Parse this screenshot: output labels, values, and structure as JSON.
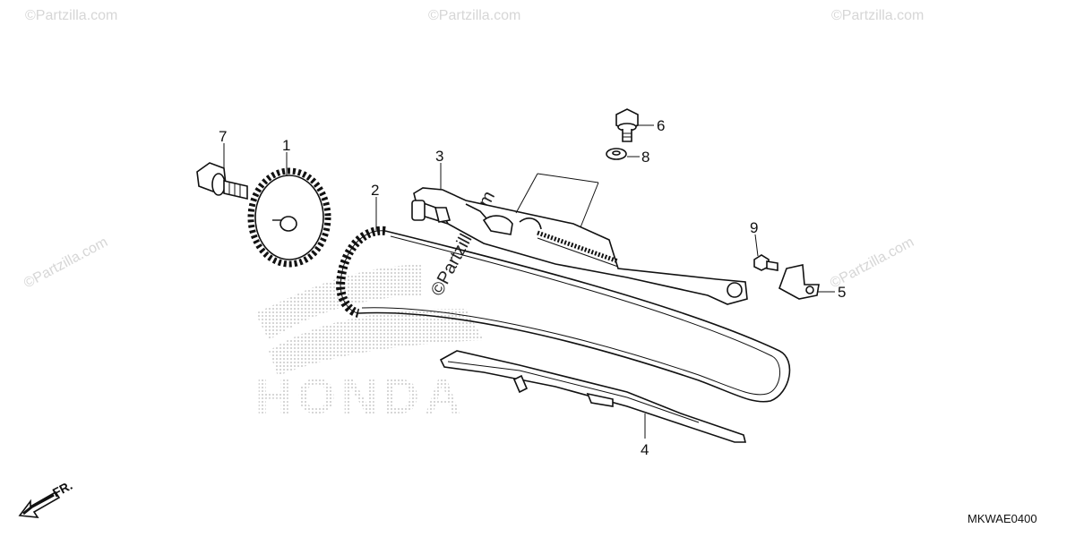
{
  "diagram": {
    "diagram_code": "MKWAE0400",
    "direction_label": "FR.",
    "brand_watermark": "HONDA",
    "watermark_text": "©Partzilla.com",
    "callouts": [
      {
        "id": "p1",
        "label": "1"
      },
      {
        "id": "p2",
        "label": "2"
      },
      {
        "id": "p3",
        "label": "3"
      },
      {
        "id": "p4",
        "label": "4"
      },
      {
        "id": "p5",
        "label": "5"
      },
      {
        "id": "p6",
        "label": "6"
      },
      {
        "id": "p7",
        "label": "7"
      },
      {
        "id": "p8",
        "label": "8"
      },
      {
        "id": "p9",
        "label": "9"
      }
    ]
  }
}
